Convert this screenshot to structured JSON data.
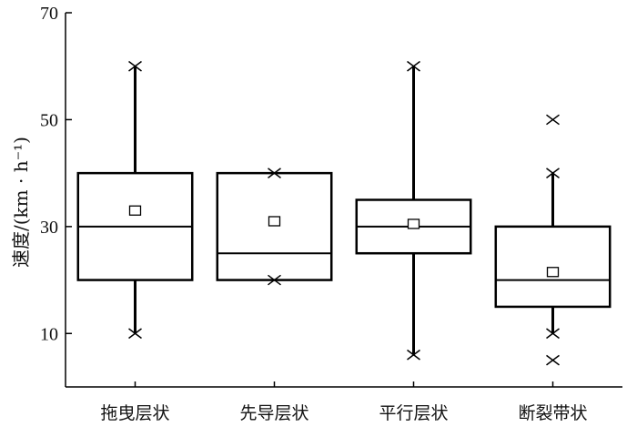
{
  "chart_data": {
    "type": "box",
    "title": "",
    "ylabel": "速度/(km · h⁻¹)",
    "xlabel": "",
    "ylim": [
      0,
      70
    ],
    "yticks": [
      10,
      30,
      50,
      70
    ],
    "grid": false,
    "categories": [
      "拖曳层状",
      "先导层状",
      "平行层状",
      "断裂带状"
    ],
    "boxes": [
      {
        "q1": 20,
        "median": 30,
        "q3": 40,
        "mean": 33,
        "whisker_low": 10,
        "whisker_high": 60,
        "outliers": []
      },
      {
        "q1": 20,
        "median": 25,
        "q3": 40,
        "mean": 31,
        "whisker_low": 20,
        "whisker_high": 40,
        "outliers": []
      },
      {
        "q1": 25,
        "median": 30,
        "q3": 35,
        "mean": 30.5,
        "whisker_low": 6,
        "whisker_high": 60,
        "outliers": []
      },
      {
        "q1": 15,
        "median": 20,
        "q3": 30,
        "mean": 21.5,
        "whisker_low": 10,
        "whisker_high": 40,
        "outliers": [
          50,
          5
        ]
      }
    ],
    "colors": {
      "line": "#000000",
      "background": "#ffffff"
    }
  }
}
